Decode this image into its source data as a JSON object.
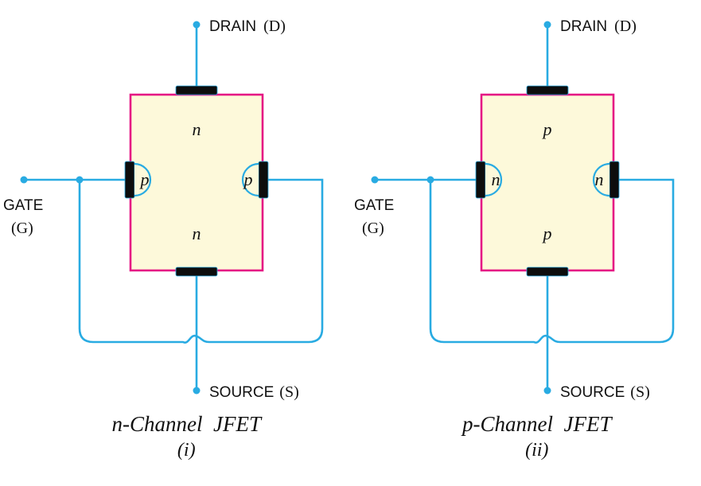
{
  "colors": {
    "wire": "#29abe2",
    "box_stroke": "#e51784",
    "box_fill": "#fdf9da",
    "electrode": "#0d0d0d",
    "text": "#111111"
  },
  "diagrams": [
    {
      "id": "n-channel-jfet",
      "drain_word": "DRAIN",
      "drain_pin": "(D)",
      "gate_word": "GATE",
      "gate_pin": "(G)",
      "source_word": "SOURCE",
      "source_pin": "(S)",
      "channel_top": "n",
      "channel_bottom": "n",
      "gate_region_left": "p",
      "gate_region_right": "p",
      "caption": "n-Channel  JFET",
      "numeral": "(i)"
    },
    {
      "id": "p-channel-jfet",
      "drain_word": "DRAIN",
      "drain_pin": "(D)",
      "gate_word": "GATE",
      "gate_pin": "(G)",
      "source_word": "SOURCE",
      "source_pin": "(S)",
      "channel_top": "p",
      "channel_bottom": "p",
      "gate_region_left": "n",
      "gate_region_right": "n",
      "caption": "p-Channel  JFET",
      "numeral": "(ii)"
    }
  ]
}
